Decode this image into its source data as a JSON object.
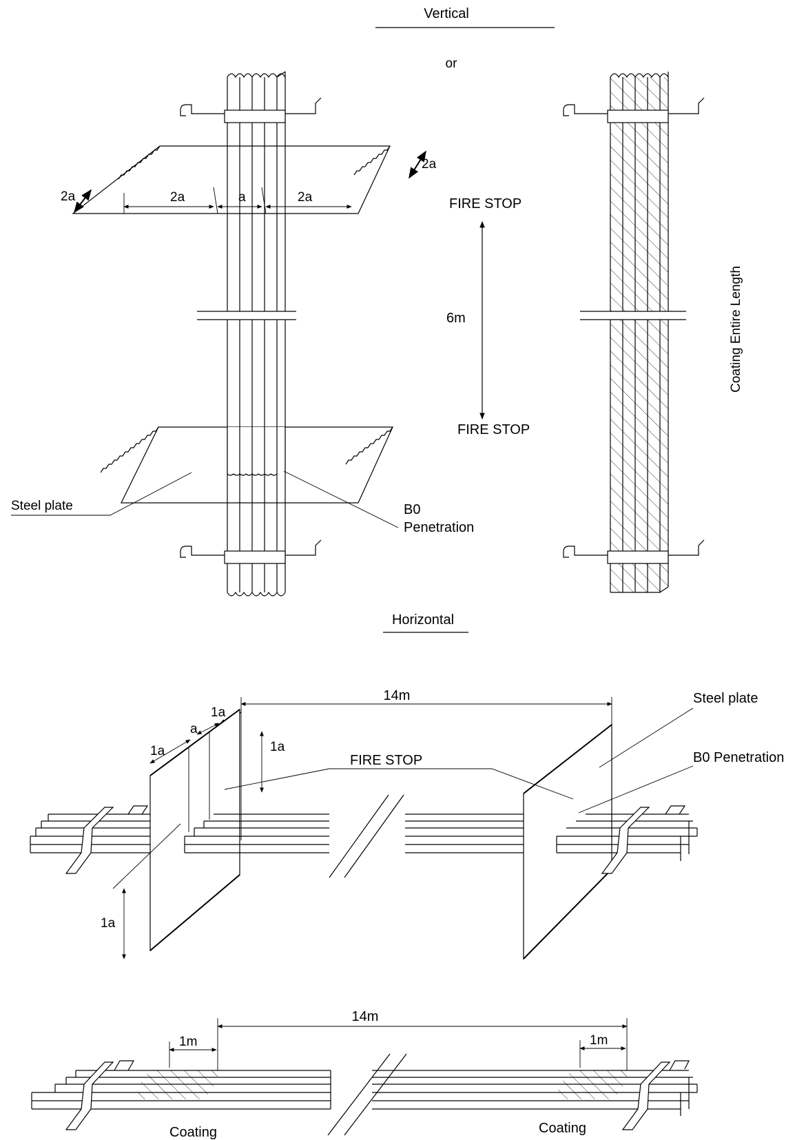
{
  "vertical": {
    "heading": "Vertical",
    "or_label": "or",
    "dim_2a_left": "2a",
    "dim_2a_mid_left": "2a",
    "dim_a": "a",
    "dim_2a_mid_right": "2a",
    "dim_2a_right": "2a",
    "fire_stop_top": "FIRE STOP",
    "length": "6m",
    "fire_stop_bottom": "FIRE STOP",
    "steel_plate": "Steel plate",
    "b0_line1": "B0",
    "b0_line2": "Penetration",
    "coating_entire": "Coating Entire Length"
  },
  "horizontal": {
    "heading": "Horizontal",
    "length_top": "14m",
    "dim_1a_top": "1a",
    "dim_a": "a",
    "dim_1a_left": "1a",
    "dim_1a_vertical": "1a",
    "fire_stop": "FIRE STOP",
    "steel_plate": "Steel plate",
    "b0_penetration": "B0 Penetration",
    "dim_1a_bottom": "1a",
    "length_bottom": "14m",
    "coating_len_left": "1m",
    "coating_len_right": "1m",
    "coating_left": "Coating",
    "coating_right": "Coating"
  }
}
